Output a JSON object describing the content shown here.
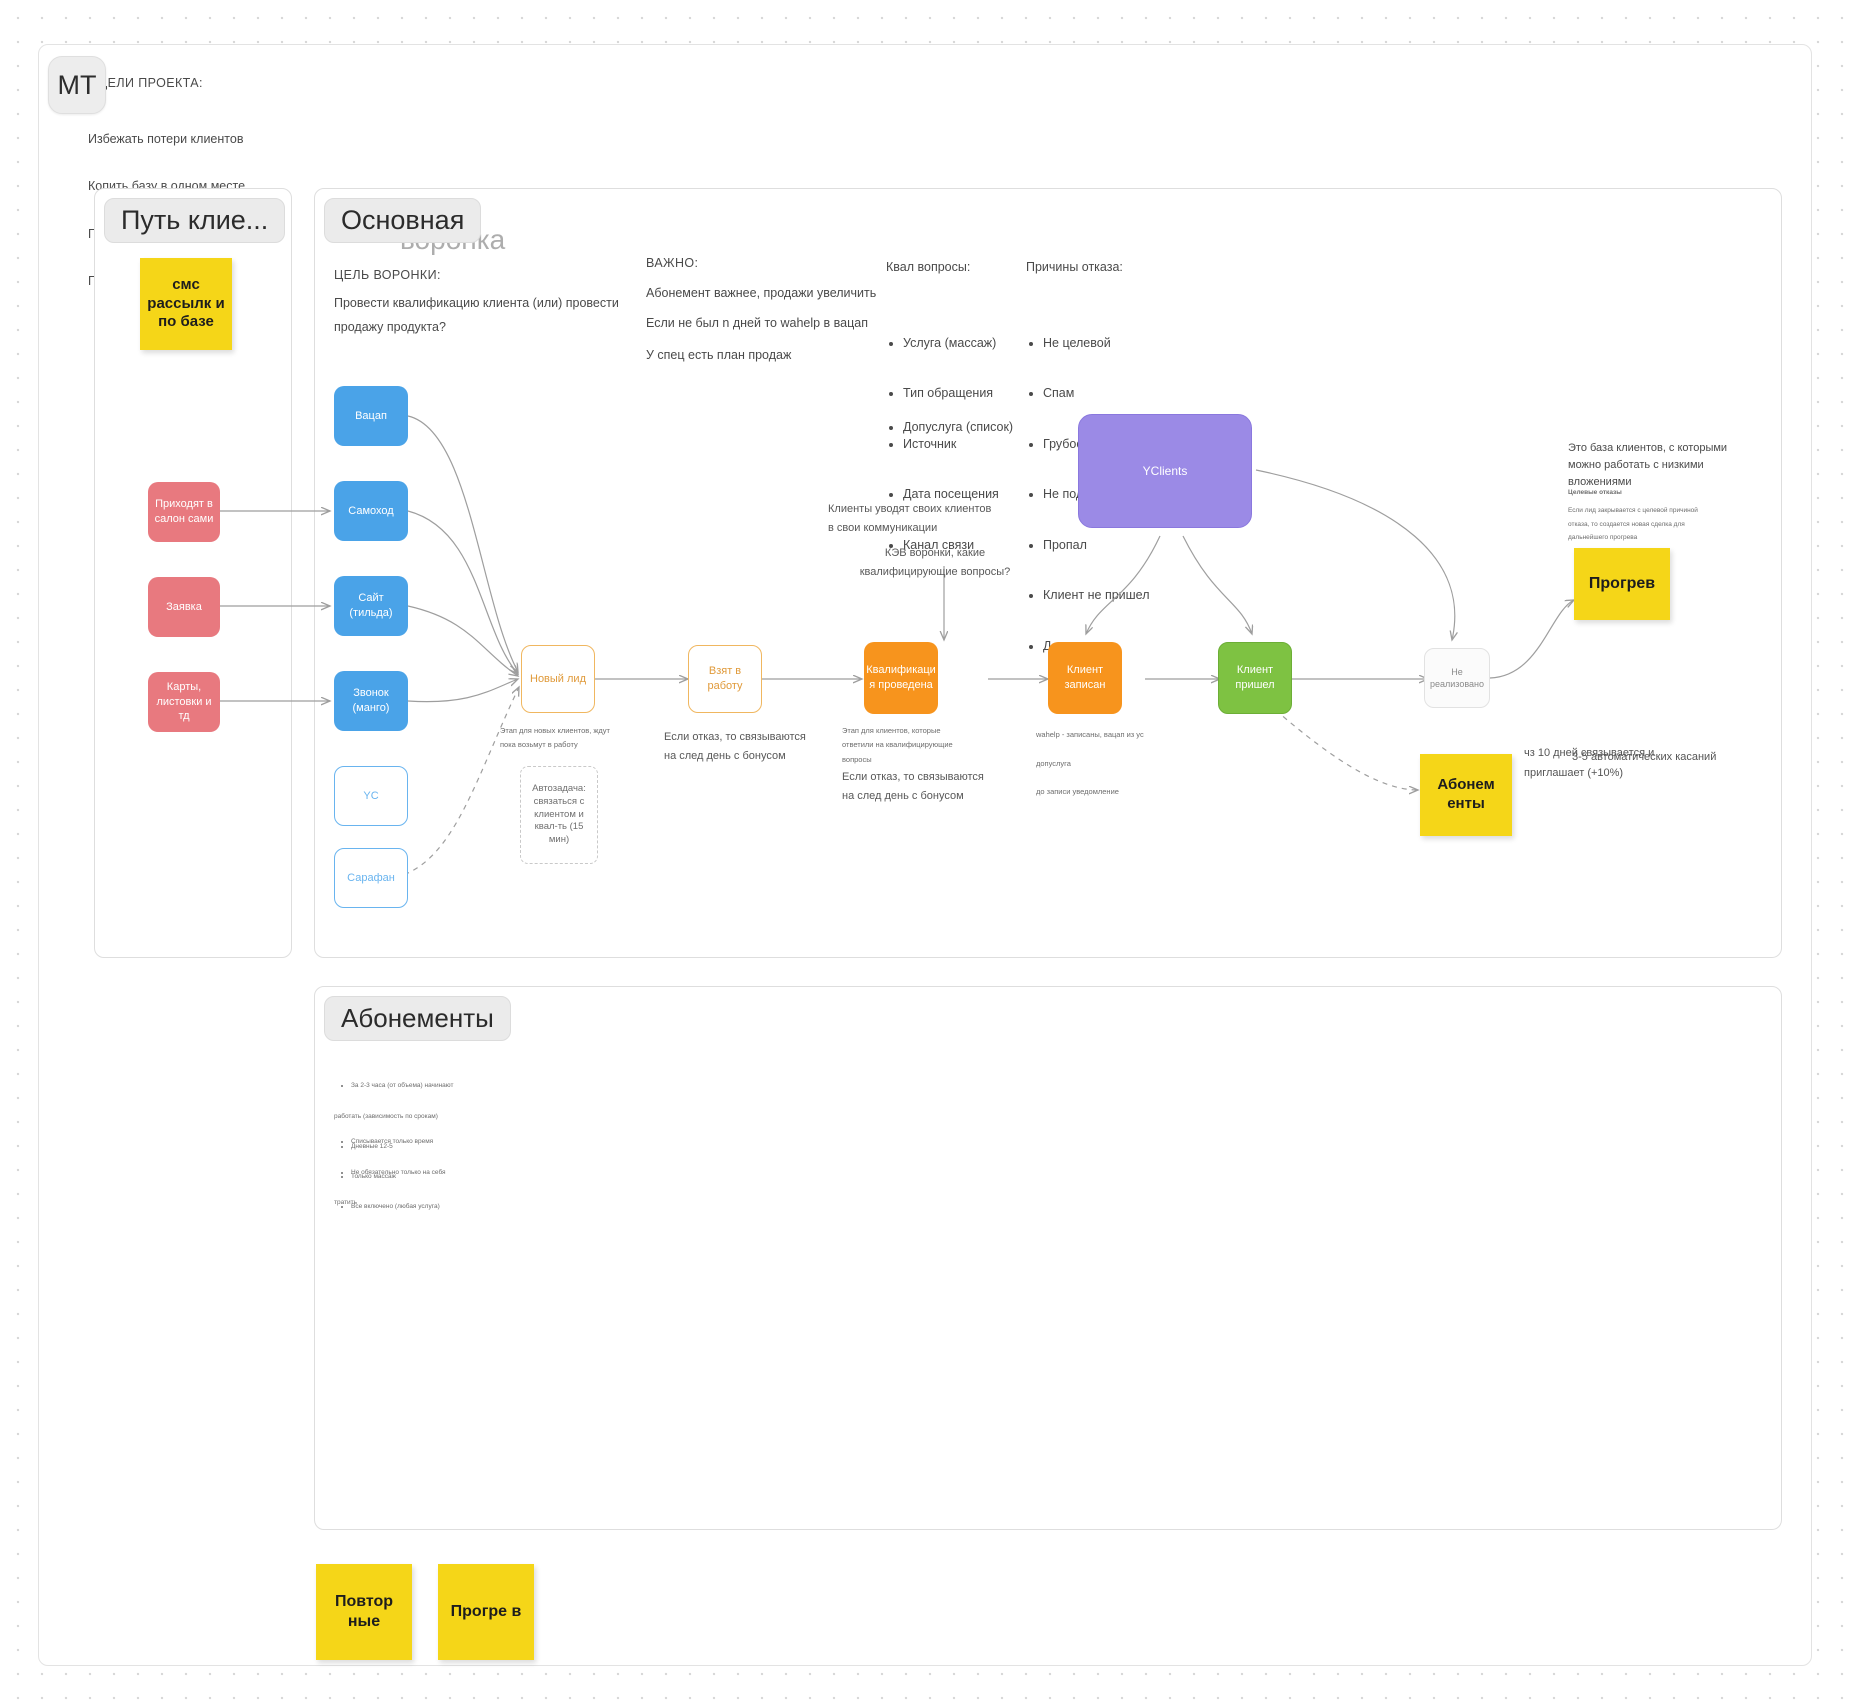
{
  "avatar": {
    "initials": "MT"
  },
  "project_goals": {
    "heading": "ЦЕЛИ ПРОЕКТА:",
    "items": [
      "Избежать потери клиентов",
      "Копить базу в одном месте",
      "Прозрачность работы",
      "Повысить скорость работы"
    ]
  },
  "frames": {
    "client_path": {
      "badge": "Путь клие..."
    },
    "main_funnel": {
      "badge": "Основная",
      "ghost_title": "воронка"
    },
    "subscriptions": {
      "badge": "Абонементы"
    }
  },
  "funnel_goal": {
    "heading": "ЦЕЛЬ ВОРОНКИ:",
    "body": "Провести квалификацию клиента (или) провести\nпродажу продукта?"
  },
  "important": {
    "heading": "ВАЖНО:",
    "lines": [
      "Абонемент важнее, продажи увеличить",
      "Если не был n дней то wahelp в вацап",
      "У спец есть план продаж"
    ]
  },
  "qual_questions": {
    "heading": "Квал вопросы:",
    "items": [
      "Услуга (массаж)",
      "Тип обращения",
      "Источник",
      "Дата посещения",
      "Канал связи"
    ],
    "extra": [
      "Допуслуга (список)"
    ]
  },
  "refusal_reasons": {
    "heading": "Причины отказа:",
    "items": [
      "Не целевой",
      "Спам",
      "Грубость",
      "Не подходит время",
      "Пропал",
      "Клиент не пришел",
      "Дорого"
    ]
  },
  "sources": {
    "red": [
      {
        "label": "Приходят в\nсалон сами"
      },
      {
        "label": "Заявка"
      },
      {
        "label": "Карты,\nлистовки и тд"
      }
    ],
    "channels": [
      {
        "label": "Вацап",
        "style": "blue"
      },
      {
        "label": "Самоход",
        "style": "blue"
      },
      {
        "label": "Сайт\n(тильда)",
        "style": "blue"
      },
      {
        "label": "Звонок\n(манго)",
        "style": "blue"
      },
      {
        "label": "YC",
        "style": "outline"
      },
      {
        "label": "Сарафан",
        "style": "outline"
      }
    ]
  },
  "stages": [
    {
      "label": "Новый лид",
      "style": "orange-outline"
    },
    {
      "label": "Взят в работу",
      "style": "orange-outline"
    },
    {
      "label": "Квалификаци\nя проведена",
      "style": "orange"
    },
    {
      "label": "Клиент\nзаписан",
      "style": "orange"
    },
    {
      "label": "Клиент\nпришел",
      "style": "green"
    },
    {
      "label": "Не\nреализовано",
      "style": "grey-outline"
    }
  ],
  "yclients_node": {
    "label": "YClients"
  },
  "auto_task": {
    "label": "Автозадача:\nсвязаться с\nклиентом и\nквал-ть\n(15 мин)"
  },
  "stage_notes": {
    "new_lead": "Этап для новых клиентов, ждут\nпока возьмут в работу",
    "in_work": "Если отказ, то связываются\nна след день с бонусом",
    "qualified": "Этап для клиентов, которые\nответили на квалифицирующие\nвопросы",
    "qualified2": "Если отказ, то связываются\nна след день с бонусом",
    "booked": "wahelp - записаны, вацап из ус\n\nдопуслуга\n\nдо записи уведомление"
  },
  "annotations": {
    "clients_take": "Клиенты уводят своих клиентов\nв свои коммуникации",
    "kev": "КЭВ воронки, какие\nквалифицирующие вопросы?",
    "warm_note": "3-5 автоматических касаний",
    "abonement_note": "чз 10 дней связывается и\nприглашает (+10%)"
  },
  "client_base": {
    "heading": "Это база клиентов, с которыми\nможно работать с низкими\nвложениями",
    "sub": "Целевые отказы",
    "body": "Если лид закрывается с целевой причиной\nотказа, то создается новая сделка для\nдальнейшего прогрева"
  },
  "stickies": {
    "sms": "смс\nрассылк\nи по базе",
    "warm": "Прогрев",
    "abonements": "Абонем\nенты",
    "repeat": "Повтор\nные",
    "warm2": "Прогре\nв"
  },
  "subscriptions_notes": {
    "group1": [
      "За 2-3 часа (от объема) начинают",
      "работать (зависимость по срокам)",
      "Дневные 12-5",
      "Только массаж",
      "Все включено (любая услуга)"
    ],
    "group2": [
      "Списывается только время",
      "Не обязательно только на себя",
      "тратить"
    ]
  },
  "colors": {
    "sticky": "#f5d618",
    "orange": "#f7941d",
    "green": "#7ec242",
    "blue": "#4aa3e8",
    "red": "#e8797f",
    "purple": "#9b8ae6"
  }
}
